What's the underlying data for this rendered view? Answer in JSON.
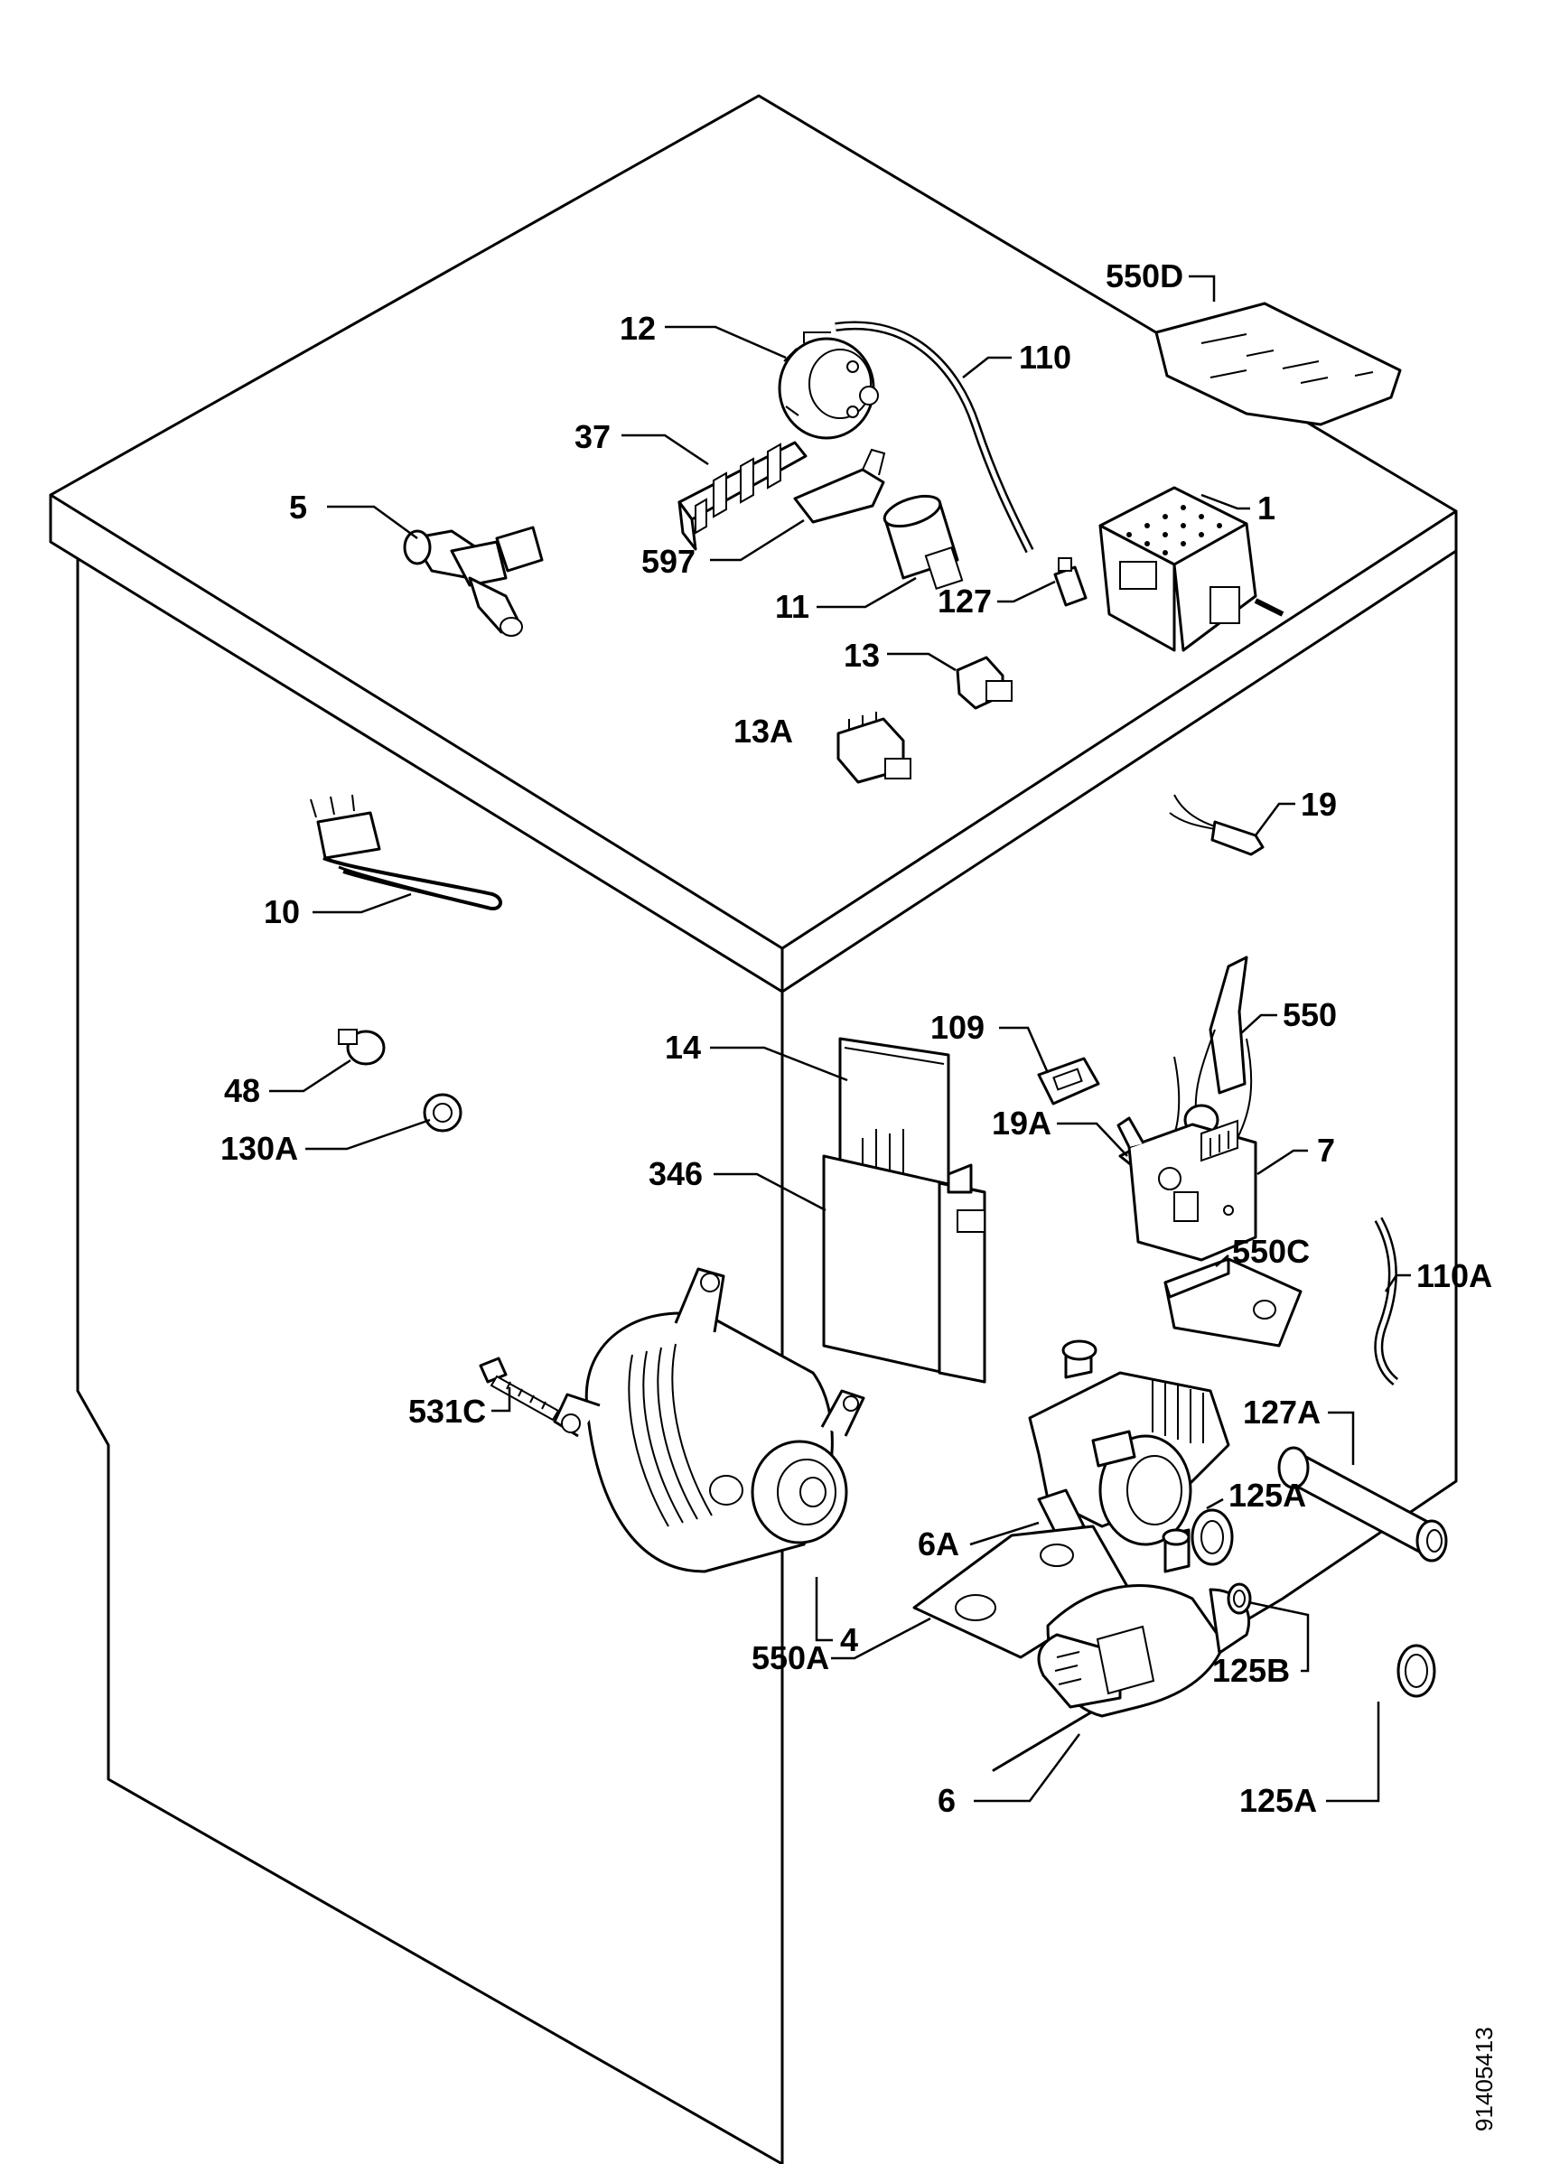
{
  "document_number": "91405413",
  "callouts": [
    {
      "id": "1",
      "text": "1"
    },
    {
      "id": "4",
      "text": "4"
    },
    {
      "id": "5",
      "text": "5"
    },
    {
      "id": "6",
      "text": "6"
    },
    {
      "id": "6A",
      "text": "6A"
    },
    {
      "id": "7",
      "text": "7"
    },
    {
      "id": "10",
      "text": "10"
    },
    {
      "id": "11",
      "text": "11"
    },
    {
      "id": "12",
      "text": "12"
    },
    {
      "id": "13",
      "text": "13"
    },
    {
      "id": "13A",
      "text": "13A"
    },
    {
      "id": "14",
      "text": "14"
    },
    {
      "id": "19",
      "text": "19"
    },
    {
      "id": "19A",
      "text": "19A"
    },
    {
      "id": "37",
      "text": "37"
    },
    {
      "id": "48",
      "text": "48"
    },
    {
      "id": "109",
      "text": "109"
    },
    {
      "id": "110",
      "text": "110"
    },
    {
      "id": "110A",
      "text": "110A"
    },
    {
      "id": "125A-top",
      "text": "125A"
    },
    {
      "id": "125B",
      "text": "125B"
    },
    {
      "id": "125A-bottom",
      "text": "125A"
    },
    {
      "id": "127",
      "text": "127"
    },
    {
      "id": "127A",
      "text": "127A"
    },
    {
      "id": "130A",
      "text": "130A"
    },
    {
      "id": "346",
      "text": "346"
    },
    {
      "id": "531C",
      "text": "531C"
    },
    {
      "id": "550",
      "text": "550"
    },
    {
      "id": "550A",
      "text": "550A"
    },
    {
      "id": "550C",
      "text": "550C"
    },
    {
      "id": "550D",
      "text": "550D"
    },
    {
      "id": "597",
      "text": "597"
    }
  ]
}
